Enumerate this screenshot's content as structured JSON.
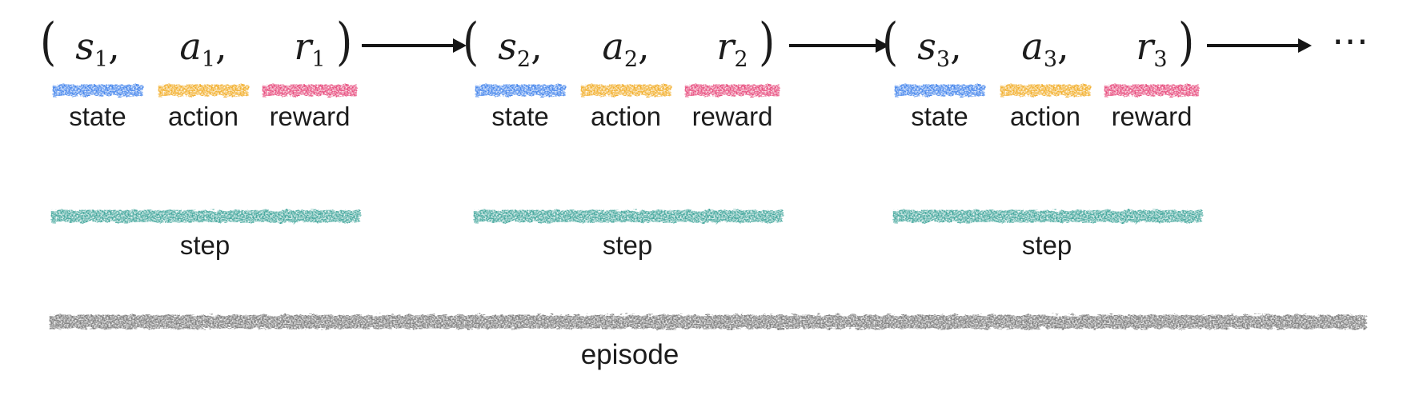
{
  "figure": {
    "ellipsis": "⋯",
    "episode": {
      "label": "episode"
    },
    "colors": {
      "state": "#4485ec",
      "action": "#f2ae2a",
      "reward": "#e74c7d",
      "step": "#44a79d",
      "episode": "#7d7d7d",
      "text": "#1c1c1c"
    },
    "tuples": [
      {
        "open_paren": "(",
        "close_paren": ")",
        "step_label": "step",
        "elements": [
          {
            "symbol": "s",
            "subscript": "1",
            "suffix": ",",
            "label": "state"
          },
          {
            "symbol": "a",
            "subscript": "1",
            "suffix": ",",
            "label": "action"
          },
          {
            "symbol": "r",
            "subscript": "1",
            "suffix": "",
            "label": "reward"
          }
        ]
      },
      {
        "open_paren": "(",
        "close_paren": ")",
        "step_label": "step",
        "elements": [
          {
            "symbol": "s",
            "subscript": "2",
            "suffix": ",",
            "label": "state"
          },
          {
            "symbol": "a",
            "subscript": "2",
            "suffix": ",",
            "label": "action"
          },
          {
            "symbol": "r",
            "subscript": "2",
            "suffix": "",
            "label": "reward"
          }
        ]
      },
      {
        "open_paren": "(",
        "close_paren": ")",
        "step_label": "step",
        "elements": [
          {
            "symbol": "s",
            "subscript": "3",
            "suffix": ",",
            "label": "state"
          },
          {
            "symbol": "a",
            "subscript": "3",
            "suffix": ",",
            "label": "action"
          },
          {
            "symbol": "r",
            "subscript": "3",
            "suffix": "",
            "label": "reward"
          }
        ]
      }
    ]
  }
}
